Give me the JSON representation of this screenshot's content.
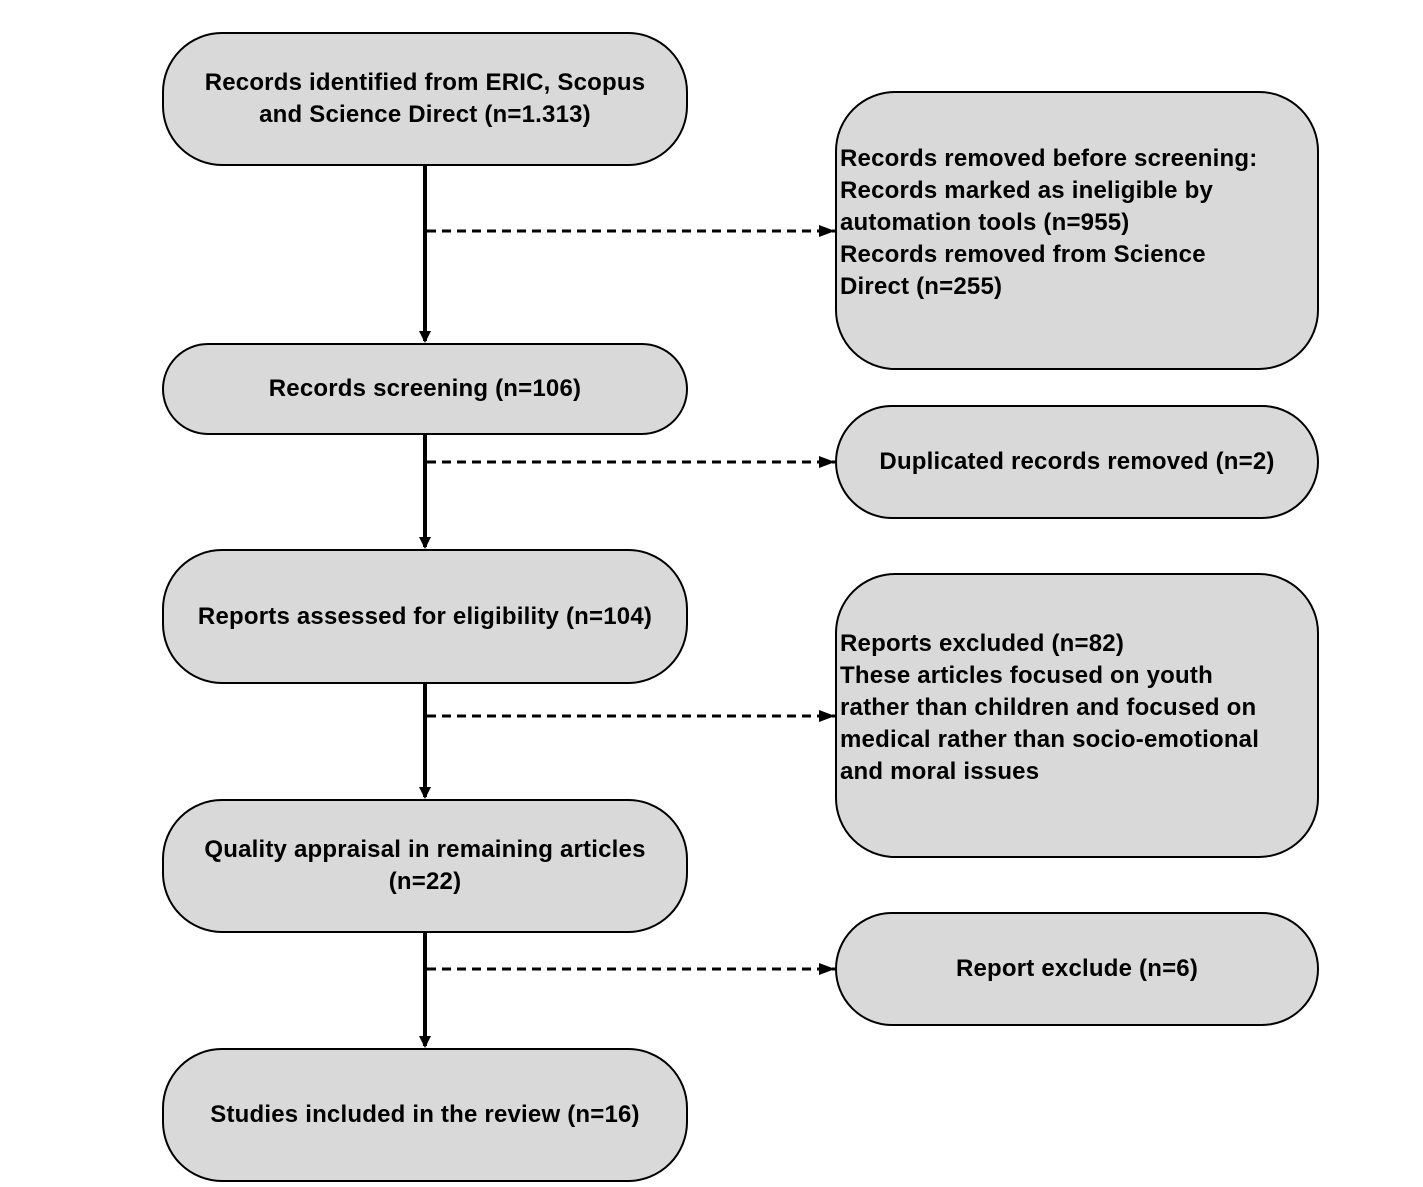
{
  "flow": {
    "identified": "Records identified from ERIC, Scopus\nand Science Direct (n=1.313)",
    "screening": "Records screening (n=106)",
    "eligibility": "Reports assessed for eligibility (n=104)",
    "quality": "Quality appraisal in remaining articles\n(n=22)",
    "included": "Studies included in the review (n=16)"
  },
  "exclusions": {
    "removed_before_screening": "Records removed before screening:\nRecords marked as ineligible by\nautomation tools (n=955)\nRecords removed from Science\nDirect (n=255)",
    "duplicated": "Duplicated records removed (n=2)",
    "reports_excluded": "Reports excluded (n=82)\nThese articles focused on youth\nrather than children and focused on\nmedical rather than socio-emotional\nand moral issues",
    "report_exclude": "Report exclude (n=6)"
  },
  "colors": {
    "box_fill": "#d9d9d9",
    "stroke": "#000000",
    "background": "#ffffff"
  }
}
